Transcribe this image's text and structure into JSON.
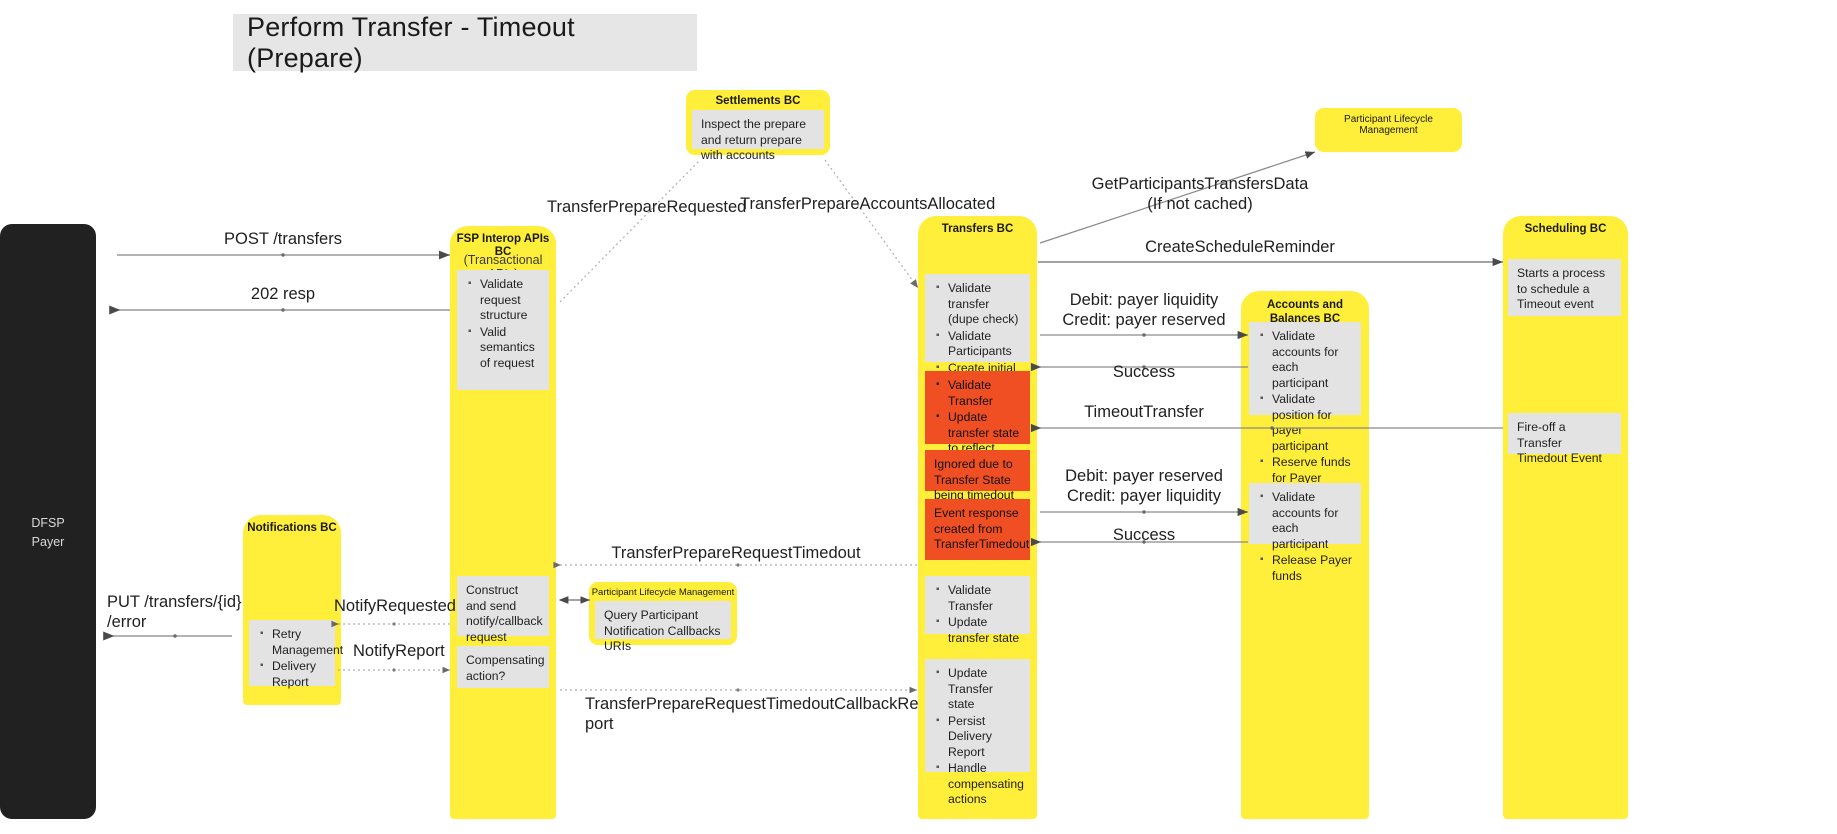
{
  "diagram": {
    "title": "Perform Transfer - Timeout (Prepare)"
  },
  "lanes": [
    {
      "id": "dfsp-payer",
      "title_line1": "DFSP",
      "title_line2": "Payer",
      "color": "#212121"
    },
    {
      "id": "notifications-bc",
      "title": "Notifications BC",
      "color": "#ffee3a",
      "boxes": [
        {
          "id": "retry-delivery",
          "items": [
            "Retry Management",
            "Delivery Report"
          ]
        }
      ]
    },
    {
      "id": "fsp-interop-apis-bc",
      "title": "FSP Interop APIs BC",
      "subtitle": "(Transactional APIs)",
      "color": "#ffee3a",
      "boxes": [
        {
          "id": "validate-request",
          "items": [
            "Validate request structure",
            "Valid semantics of request"
          ]
        },
        {
          "id": "construct-notify",
          "text": "Construct and send notify/callback request"
        },
        {
          "id": "compensating-action",
          "text": "Compensating action?"
        }
      ]
    },
    {
      "id": "transfers-bc",
      "title": "Transfers BC",
      "color": "#ffee3a",
      "boxes": [
        {
          "id": "validate-transfer-dupe",
          "items": [
            "Validate transfer (dupe check)",
            "Validate Participants",
            "Create initial state"
          ]
        },
        {
          "id": "validate-update-timeout",
          "variant": "red",
          "items": [
            "Validate Transfer",
            "Update transfer state to reflect Timeout"
          ]
        },
        {
          "id": "ignored-timedout",
          "variant": "red",
          "text": "Ignored due to Transfer State being timedout"
        },
        {
          "id": "event-response-timedout",
          "variant": "red",
          "text": "Event response created from TransferTimedout"
        },
        {
          "id": "validate-update-state",
          "items": [
            "Validate Transfer",
            "Update transfer state"
          ]
        },
        {
          "id": "update-persist-handle",
          "items": [
            "Update Transfer state",
            "Persist Delivery Report",
            "Handle compensating actions"
          ]
        }
      ]
    },
    {
      "id": "accounts-and-balances-bc",
      "title": "Accounts and Balances BC",
      "color": "#ffee3a",
      "boxes": [
        {
          "id": "validate-reserve",
          "items": [
            "Validate accounts for each participant",
            "Validate position for payer participant",
            "Reserve funds for Payer"
          ]
        },
        {
          "id": "validate-release",
          "items": [
            "Validate accounts for each participant",
            "Release Payer funds"
          ]
        }
      ]
    },
    {
      "id": "scheduling-bc",
      "title": "Scheduling BC",
      "color": "#ffee3a",
      "boxes": [
        {
          "id": "schedule-timeout",
          "text": "Starts a process to schedule a Timeout event"
        },
        {
          "id": "fire-off-timedout",
          "text": "Fire-off a Transfer Timedout Event"
        }
      ]
    }
  ],
  "nodes": [
    {
      "id": "settlements-bc",
      "title": "Settlements BC",
      "body": "Inspect the prepare and return prepare with accounts"
    },
    {
      "id": "participant-lifecycle-management-top",
      "title": "Participant Lifecycle Management",
      "body": ""
    },
    {
      "id": "participant-lifecycle-management-bottom",
      "title": "Participant Lifecycle Management",
      "body": "Query Participant Notification Callbacks URIs"
    }
  ],
  "edges": [
    {
      "id": "post-transfers",
      "label": "POST /transfers"
    },
    {
      "id": "resp-202",
      "label": "202 resp"
    },
    {
      "id": "put-transfers-error",
      "label": "PUT /transfers/{id}\n/error"
    },
    {
      "id": "transfer-prepare-requested",
      "label": "TransferPrepareRequested"
    },
    {
      "id": "transfer-prepare-accounts-allocated",
      "label": "TransferPrepareAccountsAllocated"
    },
    {
      "id": "get-participants-transfers-data",
      "label": "GetParticipantsTransfersData\n(If not cached)"
    },
    {
      "id": "create-schedule-reminder",
      "label": "CreateScheduleReminder"
    },
    {
      "id": "debit-liquidity-credit-reserved",
      "label": "Debit: payer liquidity\nCredit: payer reserved"
    },
    {
      "id": "success-1",
      "label": "Success"
    },
    {
      "id": "timeout-transfer",
      "label": "TimeoutTransfer"
    },
    {
      "id": "debit-reserved-credit-liquidity",
      "label": "Debit: payer reserved\nCredit: payer liquidity"
    },
    {
      "id": "success-2",
      "label": "Success"
    },
    {
      "id": "transfer-prepare-request-timedout",
      "label": "TransferPrepareRequestTimedout"
    },
    {
      "id": "notify-requested",
      "label": "NotifyRequested"
    },
    {
      "id": "notify-report",
      "label": "NotifyReport"
    },
    {
      "id": "transfer-prepare-request-timedout-callback-report",
      "label": "TransferPrepareRequestTimedoutCallbackRe\nport"
    }
  ]
}
